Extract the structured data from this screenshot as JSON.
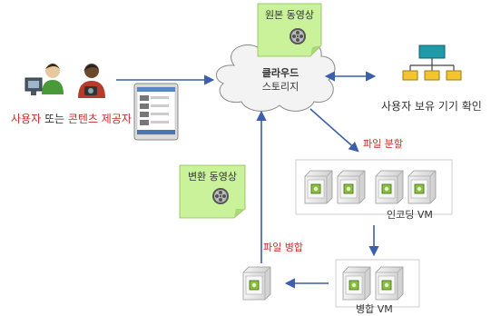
{
  "user_label": {
    "part1": "사용자",
    "part2": " 또는 ",
    "part3": "콘텐츠 제공자"
  },
  "cloud": {
    "line1": "클라우드",
    "line2": "스토리지"
  },
  "original_video": "원본 동영상",
  "converted_video": "변환 동영상",
  "device_check": "사용자 보유 기기 확인",
  "split_label": "파일 분할",
  "merge_label": "파일 병합",
  "encoding_vm": "인코딩 VM",
  "merge_vm": "병합 VM",
  "colors": {
    "arrow": "#3b5fa8",
    "red_text": "#cc2a2a",
    "note": "#c9f29a",
    "server": "#e6e6e6",
    "network": "#1e9aa8"
  }
}
